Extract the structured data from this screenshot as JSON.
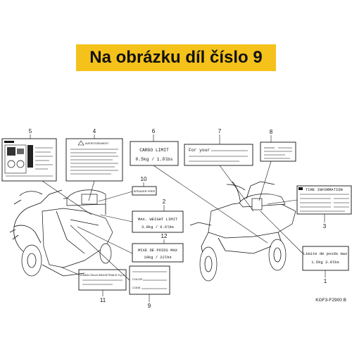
{
  "banner": {
    "text": "Na obrázku díl číslo 9",
    "color": "#f5c21b"
  },
  "callouts": [
    "1",
    "2",
    "3",
    "4",
    "5",
    "6",
    "7",
    "8",
    "9",
    "10",
    "11",
    "12"
  ],
  "labels": {
    "l4_header": "AVERTISSEMENT",
    "l6_line1": "CARGO LIMIT",
    "l6_line2": "0.5kg  /  1.0lbs",
    "l7_line1": "For your",
    "l3_header": "TIRE INFORMATION",
    "l10_text": "SPEAKER FREE",
    "l2_line1": "MAX. WEIGHT LIMIT",
    "l2_line2": "3.0kg  /  6.6lbs",
    "l12_line1": "MIXE DE POIDS MAX",
    "l12_line2": "10kg  /  22lbs",
    "l1_line1": "Limite de poids max",
    "l1_line2": "1.5kg   3.0lbs",
    "l9_line1": "COLOR",
    "l9_line2": "CODE",
    "l11_text": "HONDA ITALIA INDUSTRIALE S.p.A."
  },
  "diagram_code": "KGF3-F2900 B"
}
